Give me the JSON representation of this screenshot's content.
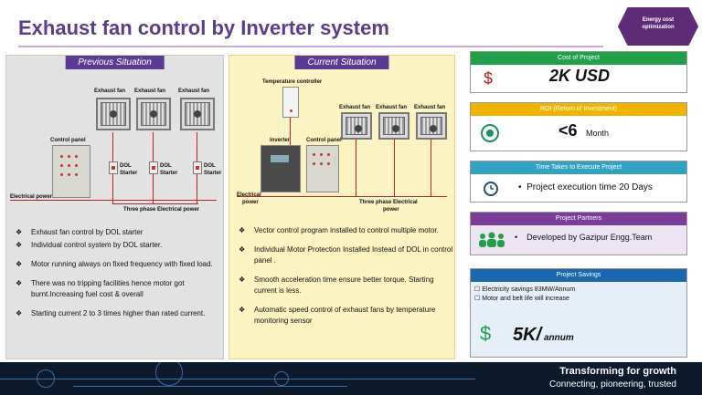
{
  "title": "Exhaust fan control by Inverter system",
  "badge": {
    "line1": "Energy cost",
    "line2": "optimization"
  },
  "previous": {
    "label": "Previous Situation",
    "fan_label": "Exhaust fan",
    "control_panel": "Control panel",
    "dol": "DOL",
    "starter": "Starter",
    "electrical_power": "Electrical power",
    "three_phase": "Three phase Electrical power",
    "bullets": [
      "Exhaust fan control by DOL starter",
      "Individual control system by DOL starter.",
      "Motor running always on fixed frequency with fixed load.",
      "There was no tripping facilities hence motor got burnt.Increasing fuel cost & overall",
      "Starting current 2 to 3 times higher than rated current."
    ]
  },
  "current": {
    "label": "Current Situation",
    "temp_controller": "Temperature controller",
    "fan_label": "Exhaust fan",
    "inverter": "Inverter",
    "control_panel": "Control panel",
    "electrical": "Electrical",
    "power": "power",
    "three_phase_1": "Three phase Electrical",
    "three_phase_2": "power",
    "bullets": [
      "Vector control program installed to control multiple motor.",
      "Individual Motor Protection Installed Instead of DOL in control panel .",
      "Smooth acceleration time ensure better torque. Starting current is less.",
      "Automatic speed control of exhaust fans by temperature monitoring sensor"
    ]
  },
  "cards": {
    "cost": {
      "head": "Cost of Project",
      "symbol": "$",
      "value": "2K USD",
      "color": "#21a04a"
    },
    "roi": {
      "head": "ROI (Return of Investment)",
      "value": "<6",
      "unit": "Month",
      "color": "#f0b400"
    },
    "time": {
      "head": "Time Takes to Execute Project",
      "text": "Project execution time 20 Days",
      "color": "#2fa3c4"
    },
    "partners": {
      "head": "Project Partners",
      "text": "Developed by Gazipur Engg.Team",
      "color": "#7a3e9a"
    },
    "savings": {
      "head": "Project Savings",
      "items": [
        "Electricity savings 83MW/Annum",
        "Motor and belt life will increase"
      ],
      "symbol": "$",
      "value": "5K/",
      "unit": "annum",
      "color": "#1a66b0"
    }
  },
  "footer": {
    "line1": "Transforming for growth",
    "line2": "Connecting, pioneering, trusted"
  }
}
